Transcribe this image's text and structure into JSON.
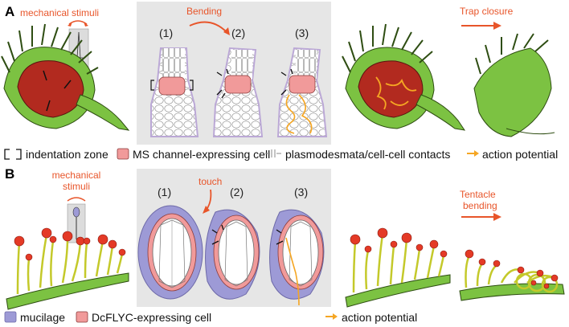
{
  "panels": {
    "a": {
      "letter": "A",
      "stimulus_label": "mechanical stimuli",
      "bending_label": "Bending",
      "steps": [
        "(1)",
        "(2)",
        "(3)"
      ],
      "closure_label": "Trap closure",
      "legend": {
        "indentation": "indentation zone",
        "ms_channel": "MS channel-expressing cell",
        "plasmodesmata": "plasmodesmata/cell-cell contacts",
        "action_potential": "action potential"
      }
    },
    "b": {
      "letter": "B",
      "stimulus_label_line1": "mechanical",
      "stimulus_label_line2": "stimuli",
      "touch_label": "touch",
      "steps": [
        "(1)",
        "(2)",
        "(3)"
      ],
      "bending_line1": "Tentacle",
      "bending_line2": "bending",
      "legend": {
        "mucilage": "mucilage",
        "dcflyc": "DcFLYC-expressing cell",
        "action_potential": "action potential"
      }
    }
  },
  "colors": {
    "orange": "#e8552a",
    "plant_green": "#7cc242",
    "trap_red": "#b22a1f",
    "ms_pink": "#f19a9a",
    "mucilage_purple": "#9d9ad6",
    "panel_gray": "#e6e6e6",
    "ap_yellow": "#f5a623",
    "gland_red": "#e43a26",
    "gland_yellow": "#f3e23a"
  }
}
